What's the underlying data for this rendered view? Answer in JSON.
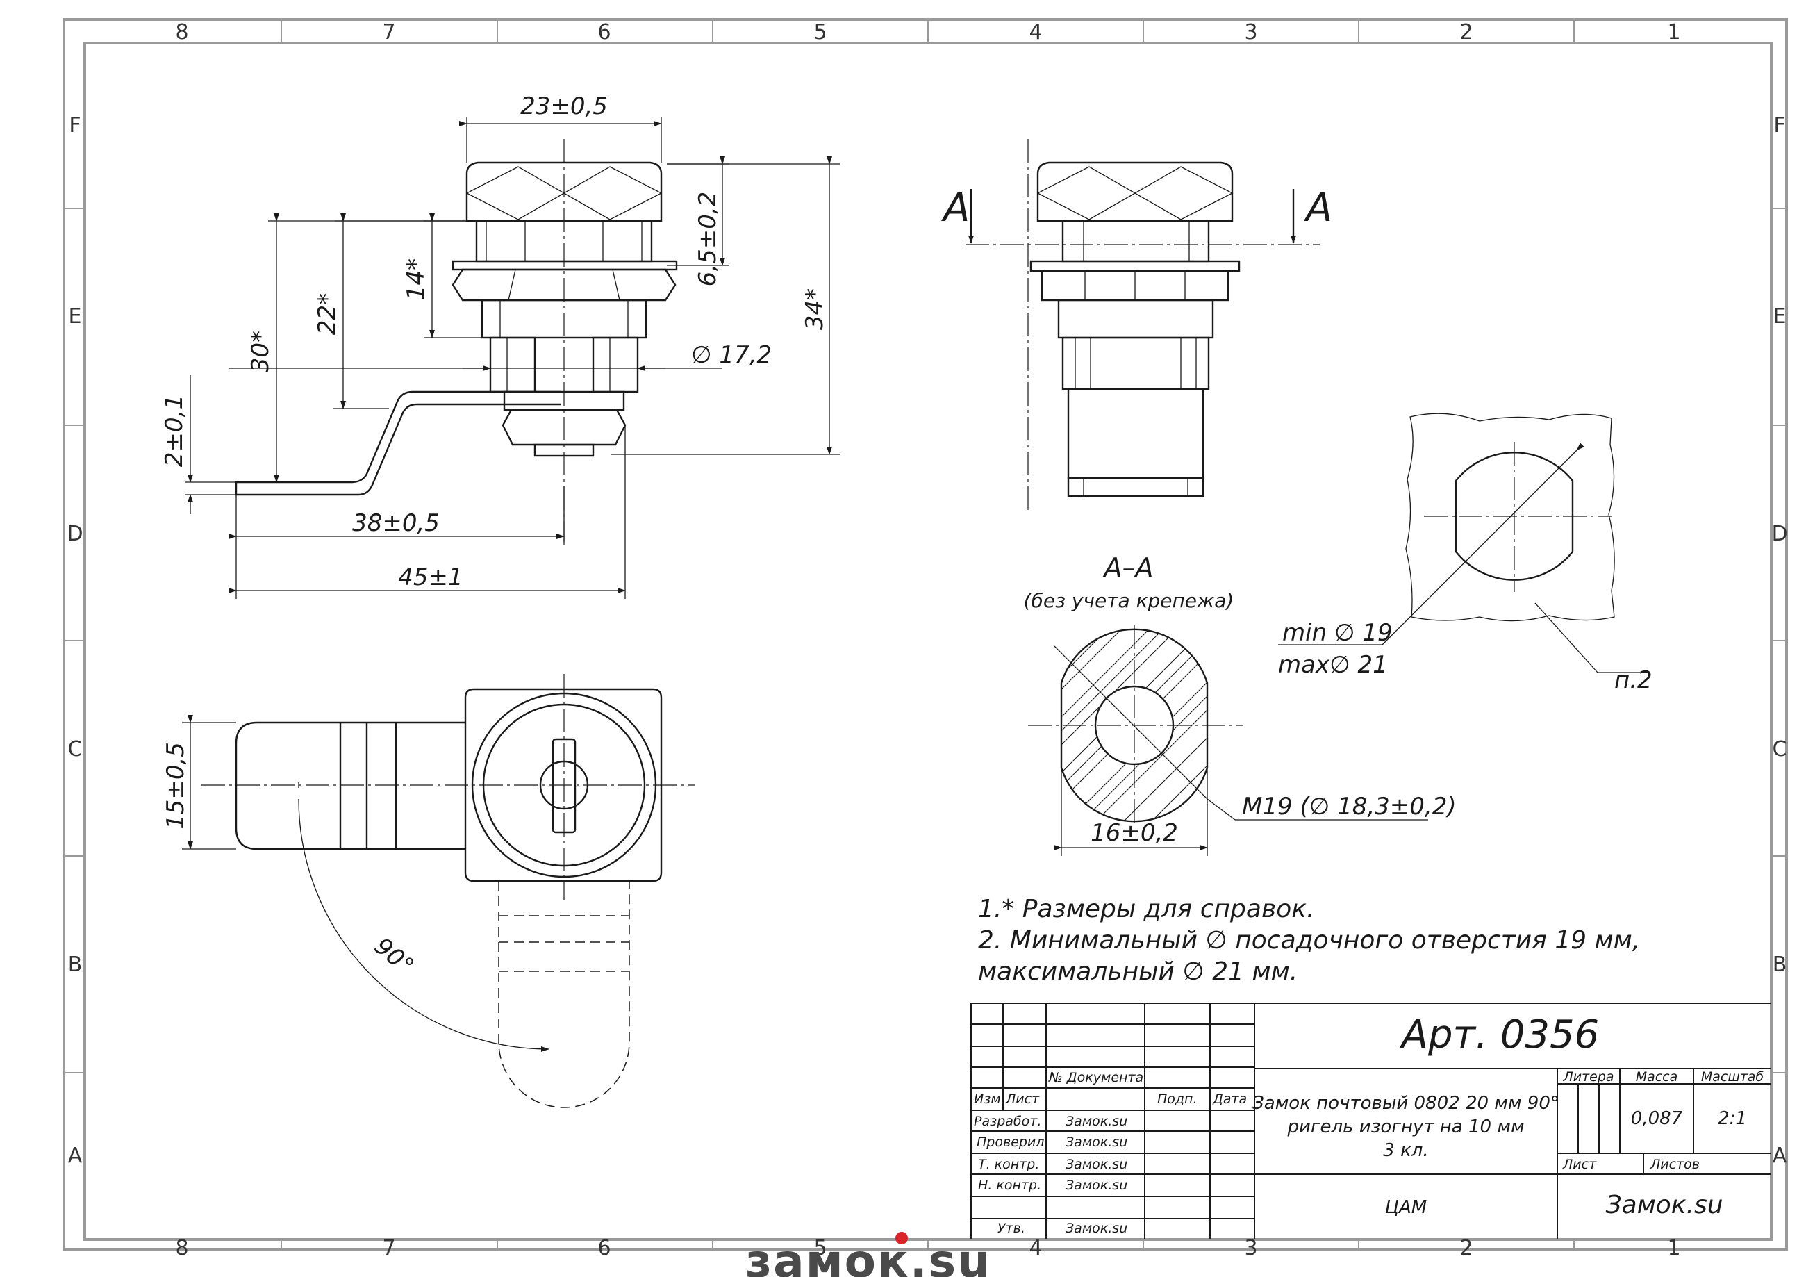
{
  "zones": {
    "cols_top": [
      "8",
      "7",
      "6",
      "5",
      "4",
      "3",
      "2",
      "1"
    ],
    "cols_bottom": [
      "8",
      "7",
      "6",
      "5",
      "4",
      "3",
      "2",
      "1"
    ],
    "rows": [
      "F",
      "E",
      "D",
      "C",
      "B",
      "A"
    ]
  },
  "dimensions": {
    "head_width": "23±0,5",
    "h14": "14*",
    "h22": "22*",
    "h30": "30*",
    "h65": "6,5±0,2",
    "h34": "34*",
    "d172": "∅ 17,2",
    "h2": "2±0,1",
    "w38": "38±0,5",
    "w45": "45±1",
    "w15": "15±0,5",
    "angle": "90°",
    "w16": "16±0,2",
    "thread": "M19  (∅ 18,3±0,2)",
    "hole_min": "min  ∅ 19",
    "hole_max": "max∅ 21",
    "item_ref": "п.2"
  },
  "section": {
    "mark": "A",
    "title": "А–А",
    "subtitle": "(без учета крепежа)"
  },
  "notes": [
    "1.* Размеры для справок.",
    "2. Минимальный ∅ посадочного отверстия 19 мм,",
    "максимальный ∅  21 мм."
  ],
  "title_block": {
    "article": "Арт. 0356",
    "headers": {
      "izm": "Изм.",
      "list": "Лист",
      "doc": "№ Документа",
      "sign": "Подп.",
      "date": "Дата"
    },
    "roles": [
      {
        "role": "Разработ.",
        "name": "Замок.su"
      },
      {
        "role": "Проверил",
        "name": "Замок.su"
      },
      {
        "role": "Т. контр.",
        "name": "Замок.su"
      },
      {
        "role": "Н. контр.",
        "name": "Замок.su"
      },
      {
        "role": "Утв.",
        "name": "Замок.su"
      }
    ],
    "name_lines": [
      "Замок почтовый 0802 20 мм 90°",
      "ригель изогнут на 10 мм",
      "3 кл."
    ],
    "material": "ЦАМ",
    "litera_label": "Литера",
    "mass_label": "Масса",
    "scale_label": "Масштаб",
    "mass": "0,087",
    "scale": "2:1",
    "sheet_label": "Лист",
    "sheets_label": "Листов",
    "company": "Замок.su"
  },
  "logo": {
    "text": "замок.su",
    "dot_color": "#d9262b",
    "text_color": "#4a4a4a"
  }
}
